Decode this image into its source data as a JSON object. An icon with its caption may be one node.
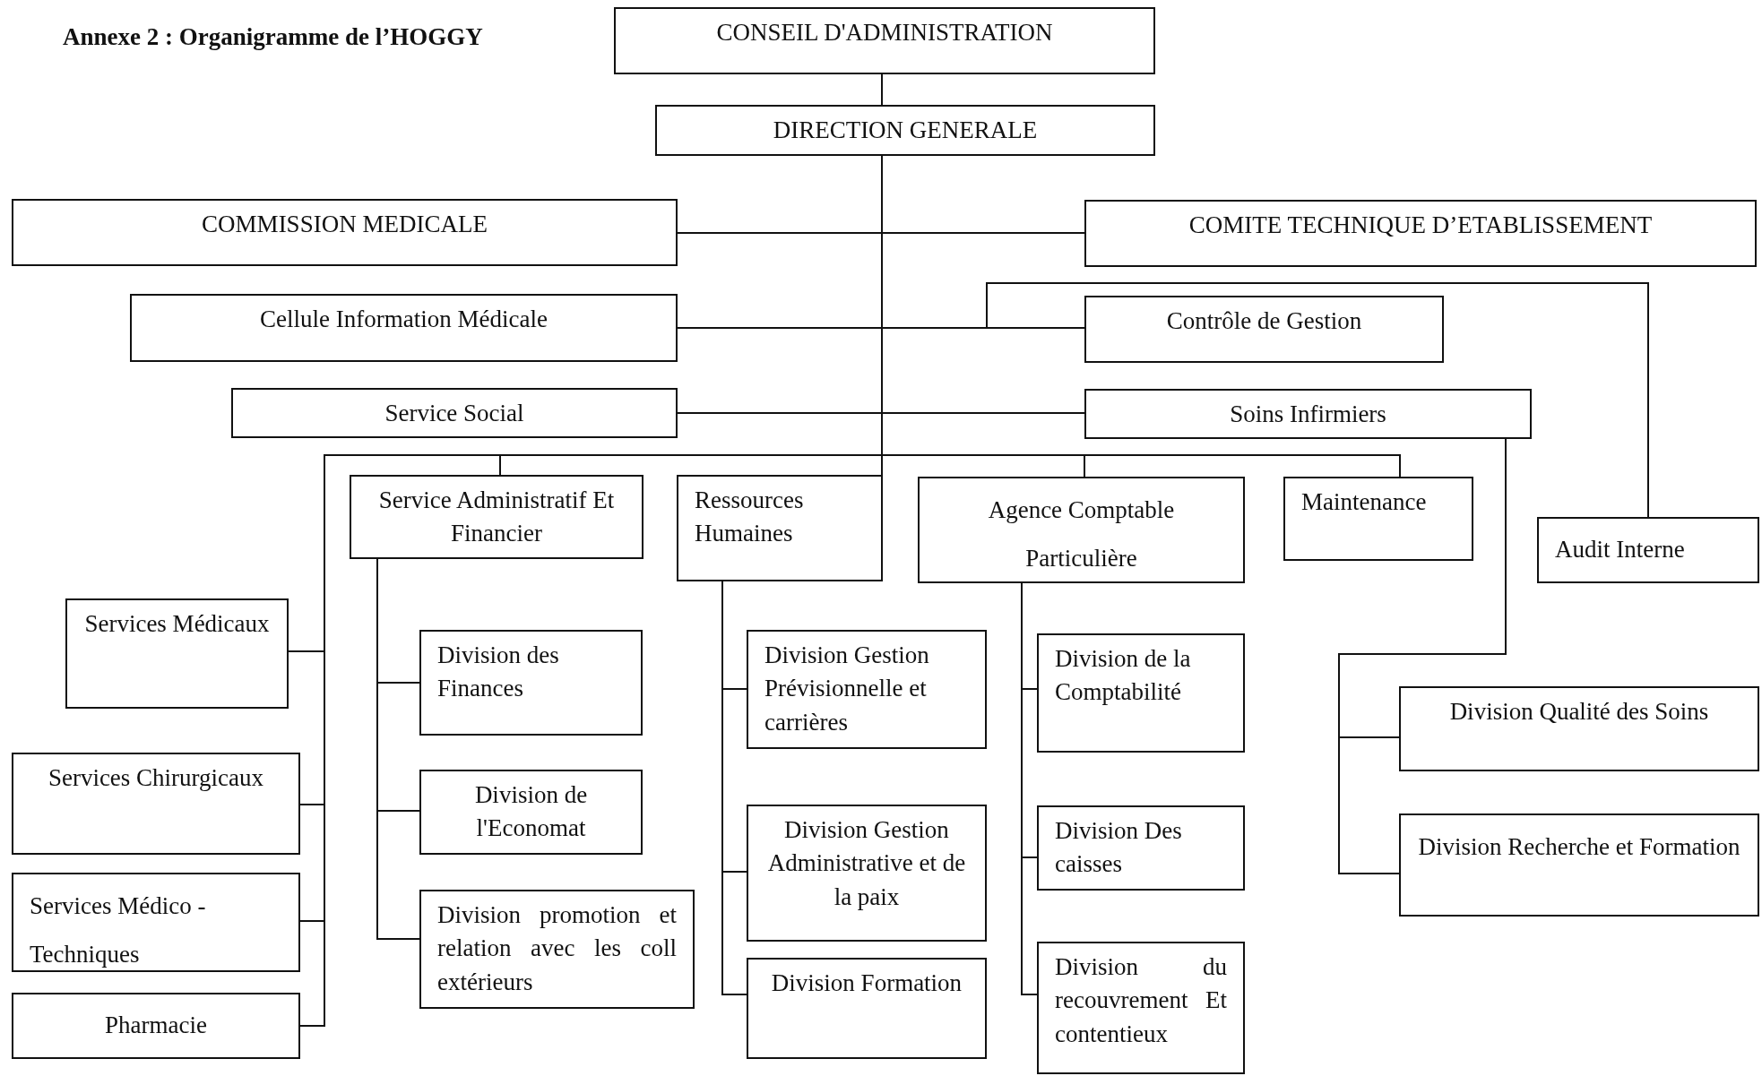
{
  "diagram": {
    "title": "Annexe 2 : Organigramme de l’HOGGY",
    "nodes": [
      {
        "text": [
          "CONSEIL D'ADMINISTRATION"
        ]
      },
      {
        "text": [
          "DIRECTION GENERALE"
        ]
      },
      {
        "text": [
          "COMMISSION MEDICALE"
        ]
      },
      {
        "text": [
          "COMITE TECHNIQUE D’ETABLISSEMENT"
        ]
      },
      {
        "text": [
          "Cellule Information Médicale"
        ]
      },
      {
        "text": [
          "Contrôle de Gestion"
        ]
      },
      {
        "text": [
          "Service Social"
        ]
      },
      {
        "text": [
          "Soins Infirmiers"
        ]
      },
      {
        "text": [
          "Service Administratif Et Financier"
        ]
      },
      {
        "text": [
          "Ressources Humaines"
        ]
      },
      {
        "text": [
          "Agence Comptable Particulière"
        ]
      },
      {
        "text": [
          "Maintenance"
        ]
      },
      {
        "text": [
          "Audit Interne"
        ]
      },
      {
        "text": [
          "Services Médicaux"
        ]
      },
      {
        "text": [
          "Services Chirurgicaux"
        ]
      },
      {
        "text": [
          "Services Médico - Techniques"
        ]
      },
      {
        "text": [
          "Pharmacie"
        ]
      },
      {
        "text": [
          "Division des Finances"
        ]
      },
      {
        "text": [
          "Division de l'Economat"
        ]
      },
      {
        "text": [
          "Division promotion et relation avec les coll extérieurs"
        ]
      },
      {
        "text": [
          "Division Gestion Prévisionnelle et carrières"
        ]
      },
      {
        "text": [
          "Division Gestion Administrative et de la paix"
        ]
      },
      {
        "text": [
          "Division Formation"
        ]
      },
      {
        "text": [
          "Division de la Comptabilité"
        ]
      },
      {
        "text": [
          "Division Des caisses"
        ]
      },
      {
        "text": [
          "Division du recouvrement Et contentieux"
        ]
      },
      {
        "text": [
          "Division Qualité des Soins"
        ]
      },
      {
        "text": [
          "Division Recherche et Formation"
        ]
      }
    ],
    "edges": [
      {
        "from": 0,
        "to": 1,
        "arrow": "none"
      },
      {
        "from": 1,
        "to": 2,
        "arrow": "none"
      },
      {
        "from": 1,
        "to": 3,
        "arrow": "none"
      },
      {
        "from": 1,
        "to": 4,
        "arrow": "none"
      },
      {
        "from": 1,
        "to": 5,
        "arrow": "none"
      },
      {
        "from": 1,
        "to": 6,
        "arrow": "none"
      },
      {
        "from": 1,
        "to": 7,
        "arrow": "none"
      },
      {
        "from": 1,
        "to": 12,
        "arrow": "none"
      },
      {
        "from": 1,
        "to": 8,
        "arrow": "none"
      },
      {
        "from": 1,
        "to": 9,
        "arrow": "none"
      },
      {
        "from": 1,
        "to": 10,
        "arrow": "none"
      },
      {
        "from": 1,
        "to": 11,
        "arrow": "none"
      },
      {
        "from": 1,
        "to": 13,
        "arrow": "none"
      },
      {
        "from": 1,
        "to": 14,
        "arrow": "none"
      },
      {
        "from": 1,
        "to": 15,
        "arrow": "none"
      },
      {
        "from": 1,
        "to": 16,
        "arrow": "none"
      },
      {
        "from": 8,
        "to": 17,
        "arrow": "none"
      },
      {
        "from": 8,
        "to": 18,
        "arrow": "none"
      },
      {
        "from": 8,
        "to": 19,
        "arrow": "none"
      },
      {
        "from": 9,
        "to": 20,
        "arrow": "none"
      },
      {
        "from": 9,
        "to": 21,
        "arrow": "none"
      },
      {
        "from": 9,
        "to": 22,
        "arrow": "none"
      },
      {
        "from": 10,
        "to": 23,
        "arrow": "none"
      },
      {
        "from": 10,
        "to": 24,
        "arrow": "none"
      },
      {
        "from": 10,
        "to": 25,
        "arrow": "none"
      },
      {
        "from": 7,
        "to": 26,
        "arrow": "none"
      },
      {
        "from": 7,
        "to": 27,
        "arrow": "none"
      }
    ]
  }
}
